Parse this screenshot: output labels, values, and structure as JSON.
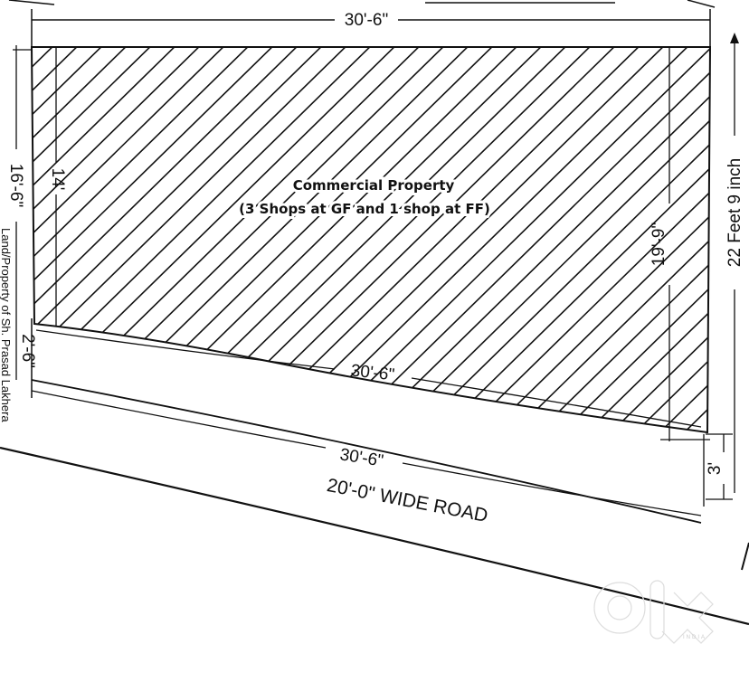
{
  "plot": {
    "title_line1": "Commercial Property",
    "title_line2": "(3 Shops at GF and 1 shop at FF)",
    "dim_top": "30'-6\"",
    "dim_middle": "30'-6\"",
    "dim_bottom": "30'-6\"",
    "dim_left_inner": "14'",
    "dim_left_outer": "16'-6\"",
    "dim_left_small": "2'-6\"",
    "dim_right_inner": "19'-9\"",
    "dim_right_small": "3'",
    "dim_right_outer": "22 Feet 9 inch",
    "road_label": "20'-0\" WIDE ROAD",
    "neighbor_label": "Land/Property of Sh. Prasad Lakhera"
  },
  "watermark": {
    "brand": "OLX",
    "region": "INDIA"
  }
}
